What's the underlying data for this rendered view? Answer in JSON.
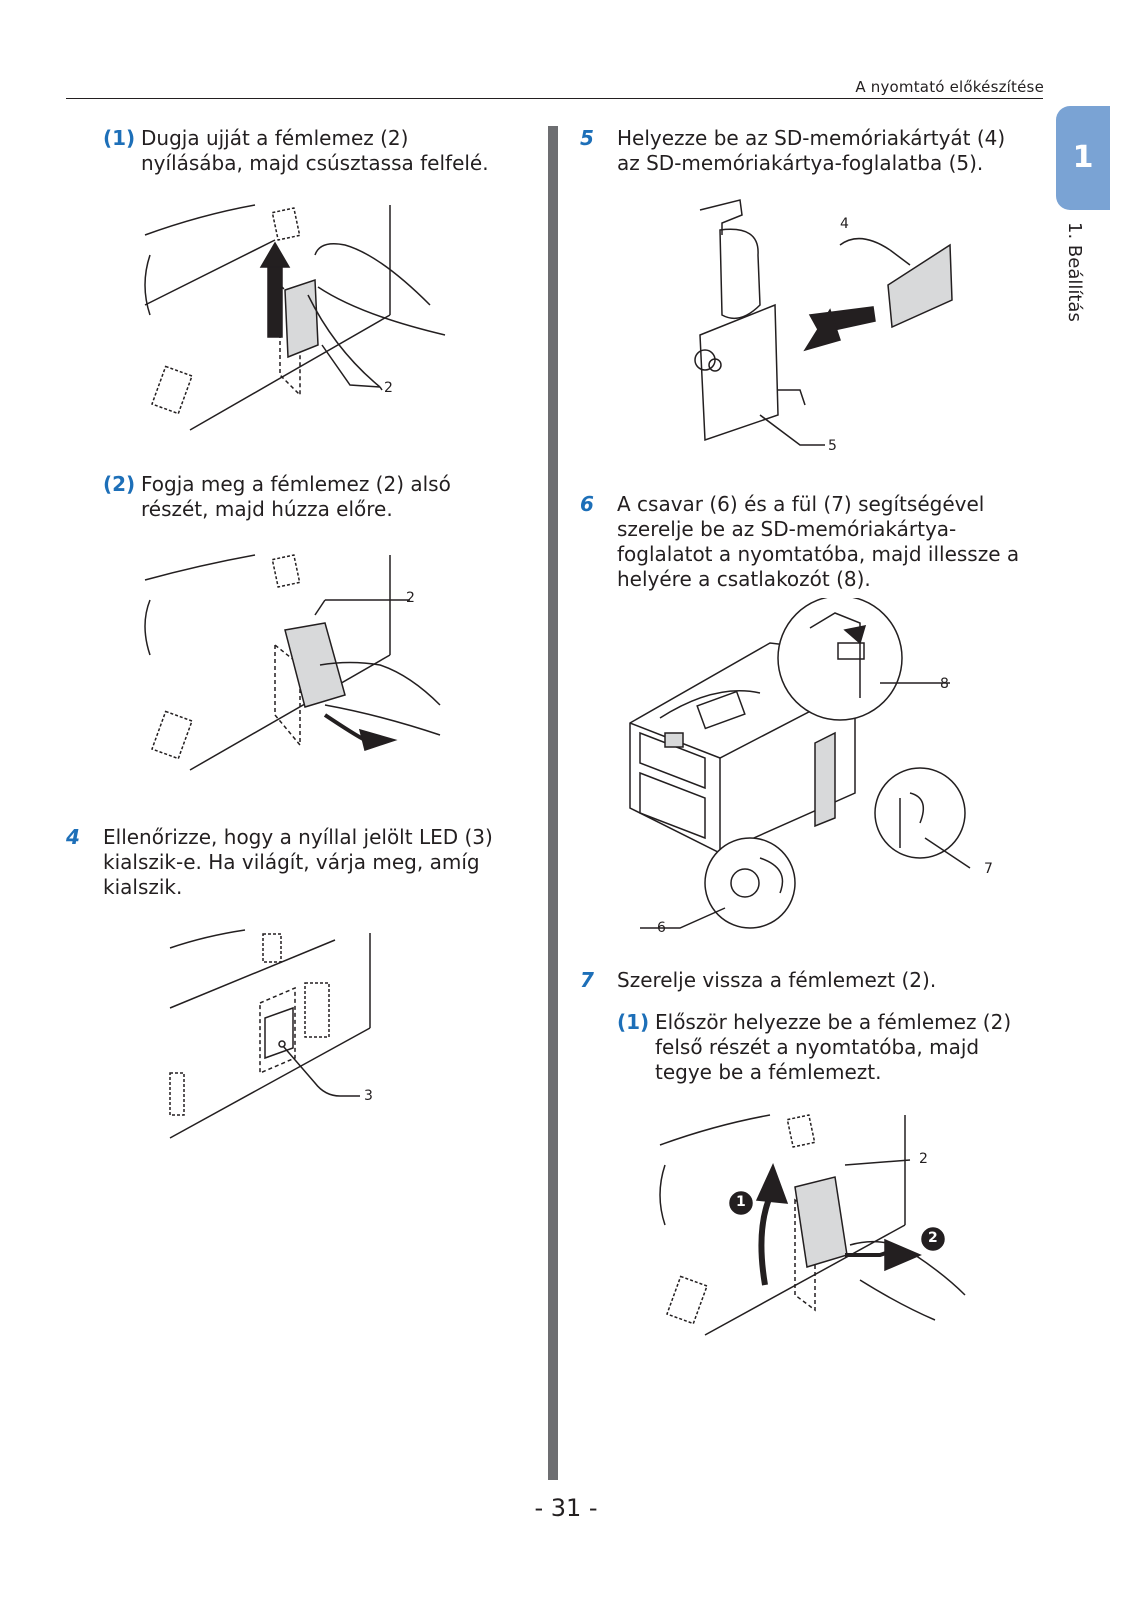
{
  "header": {
    "title": "A nyomtató előkészítése"
  },
  "tab": {
    "number": "1",
    "chapter": "1.  Beállítás"
  },
  "left": {
    "s1": {
      "marker": "(1)",
      "lines": [
        "Dugja ujját a fémlemez (2)",
        "nyílásába, majd csúsztassa felfelé."
      ]
    },
    "fig1": {
      "callout": "2"
    },
    "s2": {
      "marker": "(2)",
      "lines": [
        "Fogja meg a fémlemez (2) alsó",
        "részét, majd húzza előre."
      ]
    },
    "fig2": {
      "callout": "2"
    },
    "s4": {
      "marker": "4",
      "lines": [
        "Ellenőrizze, hogy a nyíllal jelölt LED (3)",
        "kialszik-e. Ha világít, várja meg, amíg",
        "kialszik."
      ]
    },
    "fig3": {
      "callout": "3"
    }
  },
  "right": {
    "s5": {
      "marker": "5",
      "lines": [
        "Helyezze be az SD-memóriakártyát (4)",
        "az SD-memóriakártya-foglalatba (5)."
      ]
    },
    "fig5": {
      "callout_card": "4",
      "callout_slot": "5"
    },
    "s6": {
      "marker": "6",
      "lines": [
        "A csavar (6) és a fül (7) segítségével",
        "szerelje be az SD-memóriakártya-",
        "foglalatot a nyomtatóba, majd illessze a",
        "helyére a csatlakozót (8)."
      ]
    },
    "fig6": {
      "callout_connector": "8",
      "callout_tab": "7",
      "callout_screw": "6"
    },
    "s7": {
      "marker": "7",
      "lines": [
        "Szerelje vissza a fémlemezt (2)."
      ]
    },
    "s7_1": {
      "marker": "(1)",
      "lines": [
        "Először helyezze be a fémlemez (2)",
        "felső részét a nyomtatóba, majd",
        "tegye be a fémlemezt."
      ]
    },
    "fig7": {
      "callout": "2",
      "step_a": "1",
      "step_b": "2"
    }
  },
  "footer": {
    "page": "- 31 -"
  }
}
